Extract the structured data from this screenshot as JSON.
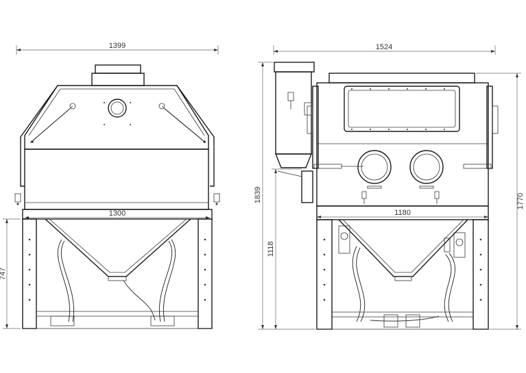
{
  "dimensions": {
    "front_overall_width": "1399",
    "front_frame_width": "1300",
    "front_stand_height": "747",
    "side_overall_width": "1524",
    "side_frame_width": "1180",
    "side_overall_height": "1839",
    "side_stand_height": "1118",
    "side_cabinet_height": "1770"
  }
}
